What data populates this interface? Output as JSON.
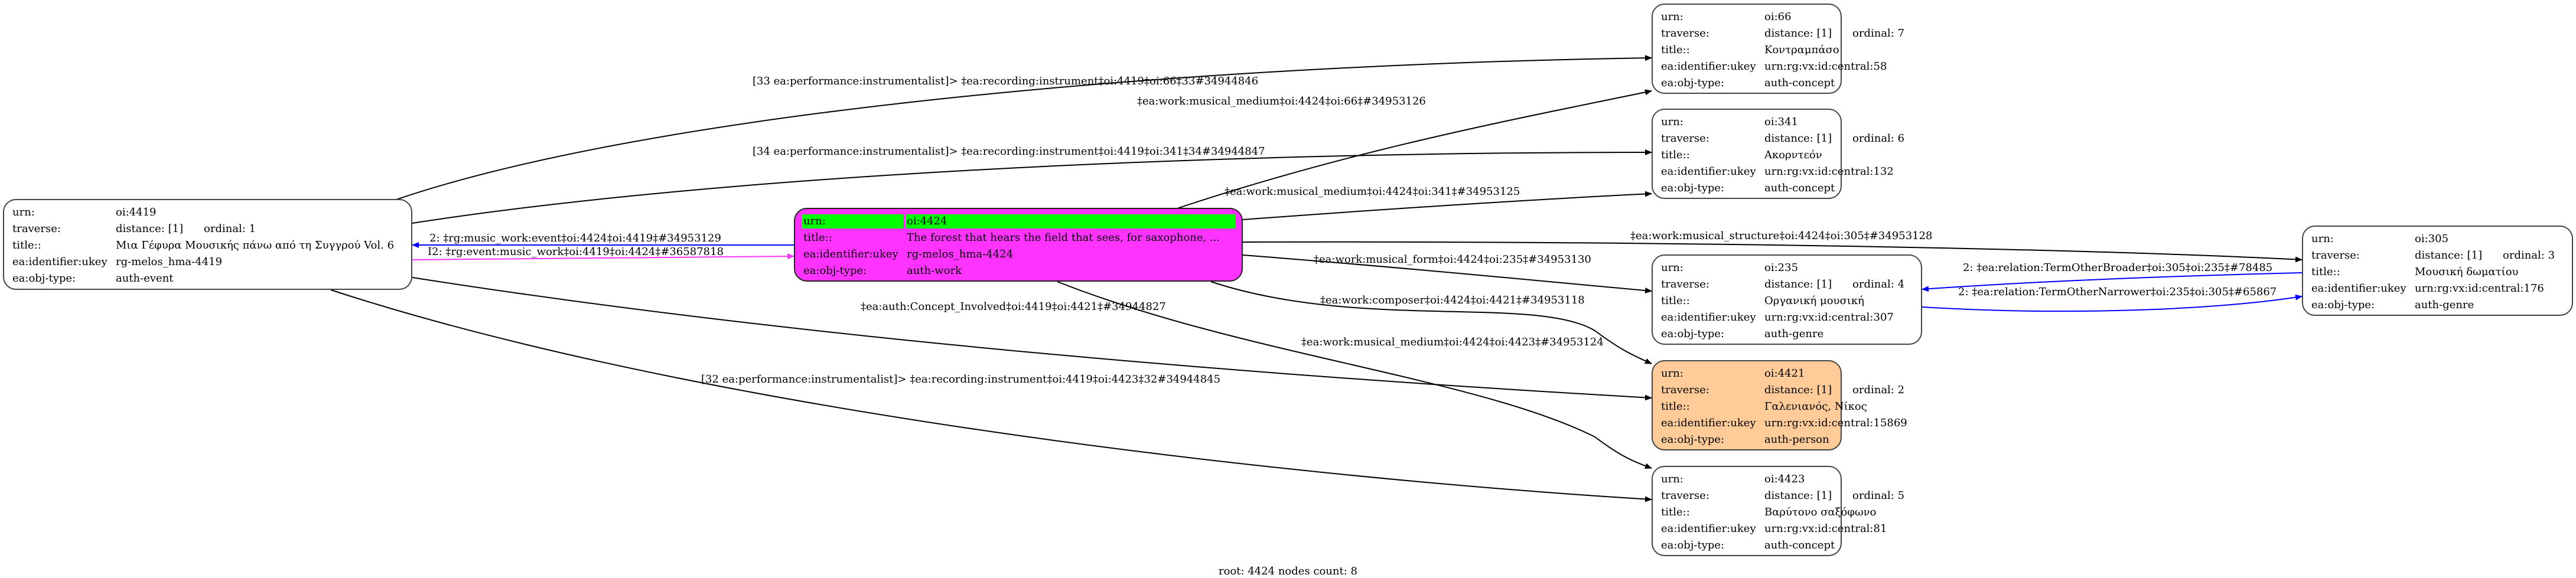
{
  "colors": {
    "root_fill": "#ff33ff",
    "root_urn_highlight": "#00ff00",
    "person_fill": "#ffcc99",
    "relation_edge": "#0000ff",
    "reverse_edge": "#ff33ff"
  },
  "field_labels": {
    "urn": "urn:",
    "traverse": "traverse:",
    "title": "title::",
    "ukey": "ea:identifier:ukey",
    "objtype": "ea:obj-type:"
  },
  "nodes": {
    "n4419": {
      "urn": "oi:4419",
      "distance": "distance: [1]",
      "ordinal": "ordinal: 1",
      "title": "Μια Γέφυρα Μουσικής πάνω από τη Συγγρού Vol. 6",
      "ukey": "rg-melos_hma-4419",
      "objtype": "auth-event"
    },
    "n4424": {
      "urn": "oi:4424",
      "title": "The forest that hears the field that sees, for saxophone, ...",
      "ukey": "rg-melos_hma-4424",
      "objtype": "auth-work"
    },
    "n66": {
      "urn": "oi:66",
      "distance": "distance: [1]",
      "ordinal": "ordinal: 7",
      "title": "Κοντραμπάσο",
      "ukey": "urn:rg:vx:id:central:58",
      "objtype": "auth-concept"
    },
    "n341": {
      "urn": "oi:341",
      "distance": "distance: [1]",
      "ordinal": "ordinal: 6",
      "title": "Ακορντεόν",
      "ukey": "urn:rg:vx:id:central:132",
      "objtype": "auth-concept"
    },
    "n235": {
      "urn": "oi:235",
      "distance": "distance: [1]",
      "ordinal": "ordinal: 4",
      "title": "Οργανική μουσική",
      "ukey": "urn:rg:vx:id:central:307",
      "objtype": "auth-genre"
    },
    "n4421": {
      "urn": "oi:4421",
      "distance": "distance: [1]",
      "ordinal": "ordinal: 2",
      "title": "Γαλενιανός, Νίκος",
      "ukey": "urn:rg:vx:id:central:15869",
      "objtype": "auth-person"
    },
    "n4423": {
      "urn": "oi:4423",
      "distance": "distance: [1]",
      "ordinal": "ordinal: 5",
      "title": "Βαρύτονο σαξόφωνο",
      "ukey": "urn:rg:vx:id:central:81",
      "objtype": "auth-concept"
    },
    "n305": {
      "urn": "oi:305",
      "distance": "distance: [1]",
      "ordinal": "ordinal: 3",
      "title": "Μουσική δωματίου",
      "ukey": "urn:rg:vx:id:central:176",
      "objtype": "auth-genre"
    }
  },
  "edges": {
    "e4419_66": "[33 ea:performance:instrumentalist]> ‡ea:recording:instrument‡oi:4419‡oi:66‡33#34944846",
    "e4424_66": "‡ea:work:musical_medium‡oi:4424‡oi:66‡#34953126",
    "e4419_341": "[34 ea:performance:instrumentalist]> ‡ea:recording:instrument‡oi:4419‡oi:341‡34#34944847",
    "e4424_341": "‡ea:work:musical_medium‡oi:4424‡oi:341‡#34953125",
    "e4424_305": "‡ea:work:musical_structure‡oi:4424‡oi:305‡#34953128",
    "e4424_235": "‡ea:work:musical_form‡oi:4424‡oi:235‡#34953130",
    "e4424_4421": "‡ea:work:composer‡oi:4424‡oi:4421‡#34953118",
    "e4424_4423": "‡ea:work:musical_medium‡oi:4424‡oi:4423‡#34953124",
    "e4419_4421": "‡ea:auth:Concept_Involved‡oi:4419‡oi:4421‡#34944827",
    "e4419_4423": "[32 ea:performance:instrumentalist]> ‡ea:recording:instrument‡oi:4419‡oi:4423‡32#34944845",
    "e4424_4419": "2: ‡rg:music_work:event‡oi:4424‡oi:4419‡#34953129",
    "e4419_4424": "I2: ‡rg:event:music_work‡oi:4419‡oi:4424‡#36587818",
    "e305_235": "2: ‡ea:relation:TermOtherBroader‡oi:305‡oi:235‡#78485",
    "e235_305": "2: ‡ea:relation:TermOtherNarrower‡oi:235‡oi:305‡#65867"
  },
  "footer": "root: 4424 nodes count: 8"
}
